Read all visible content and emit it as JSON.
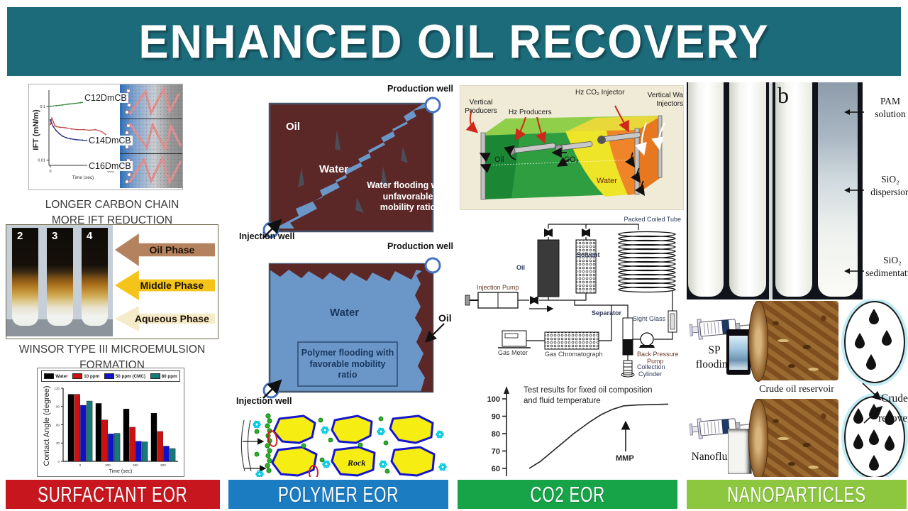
{
  "header": {
    "title": "ENHANCED OIL RECOVERY",
    "bg": "#1C6B7B"
  },
  "footer": [
    {
      "label": "SURFACTANT EOR",
      "color": "#C8161E"
    },
    {
      "label": "POLYMER EOR",
      "color": "#1B7CC2"
    },
    {
      "label": "CO2 EOR",
      "color": "#17A348"
    },
    {
      "label": "NANOPARTICLES",
      "color": "#8DC63F"
    }
  ],
  "surfactant": {
    "captions": {
      "ift1": "LONGER CARBON CHAIN",
      "ift2": "MORE IFT REDUCTION",
      "winsor1": "WINSOR TYPE III MICROEMULSION",
      "winsor2": "FORMATION"
    },
    "winsor": {
      "tubes": [
        "2",
        "3",
        "4"
      ],
      "arrows": [
        {
          "label": "Oil Phase",
          "color": "#B5825F"
        },
        {
          "label": "Middle Phase",
          "color": "#F5C41B"
        },
        {
          "label": "Aqueous Phase",
          "color": "#F6EBC9"
        }
      ]
    }
  },
  "polymer": {
    "top": {
      "production": "Production well",
      "injection": "Injection well",
      "oil": "Oil",
      "water": "Water",
      "note": "Water flooding with unfavorable mobility ratio"
    },
    "bottom": {
      "production": "Production well",
      "injection": "Injection well",
      "oil": "Oil",
      "water": "Water",
      "note": "Polymer flooding with favorable mobility ratio"
    },
    "rock": "Rock"
  },
  "co2": {
    "reservoir": {
      "vertical_producers": [
        "Vertical",
        "Producers"
      ],
      "hz_producers": "Hz Producers",
      "injector": "Hz CO₂ Injector",
      "vertical_injectors": [
        "Vertical Wa",
        "Injectors"
      ],
      "oil": "Oil",
      "co2": "CO₂",
      "water": "Water"
    },
    "apparatus": {
      "injection_pump": "Injection Pump",
      "oil": "Oil",
      "solvent": "Solvent",
      "packed_coiled_tube": "Packed Coiled Tube",
      "sight_glass": "Sight Glass",
      "separator": "Separator",
      "back_pressure": [
        "Back Pressure",
        "Pump"
      ],
      "collection": [
        "Collection",
        "Cylinder"
      ],
      "gas_chromatograph": "Gas Chromatograph",
      "gas_meter": "Gas Meter"
    }
  },
  "nano": {
    "panel_letter": "b",
    "annotations": [
      {
        "lines": [
          "PAM",
          "solution"
        ]
      },
      {
        "lines": [
          "SiO₂",
          "dispersion"
        ]
      },
      {
        "lines": [
          "SiO₂",
          "sedimentation"
        ]
      }
    ],
    "sp_flooding": [
      "SP",
      "flooding"
    ],
    "nanofluid": "Nanofluid",
    "reservoir_caption": "Crude oil reservoir",
    "recovery": [
      "Crude Oil",
      "recovery"
    ]
  },
  "chart_data": [
    {
      "id": "ift",
      "type": "line",
      "ylabel": "IFT (mN/m)",
      "xlabel": "Time (sec)",
      "yscale": "log",
      "ylim": [
        0.008,
        0.2
      ],
      "yticks": [
        "0.1",
        "0.01"
      ],
      "xticks": [
        "0",
        "600"
      ],
      "series": [
        {
          "name": "C12DmCB",
          "color": "#3b8a3e",
          "x": [
            0,
            60,
            120,
            180,
            240,
            300,
            360,
            420,
            480,
            540,
            600
          ],
          "y": [
            0.1,
            0.103,
            0.106,
            0.11,
            0.113,
            0.117,
            0.121,
            0.125,
            0.129,
            0.133,
            0.138
          ]
        },
        {
          "name": "C14DmCB",
          "color": "#c0504d",
          "x": [
            0,
            15,
            30,
            45,
            60,
            90,
            150,
            210,
            270,
            330,
            390,
            450,
            510,
            550
          ],
          "y": [
            0.046,
            0.06,
            0.052,
            0.044,
            0.042,
            0.041,
            0.04,
            0.038,
            0.037,
            0.037,
            0.036,
            0.037,
            0.034,
            0.03
          ]
        },
        {
          "name": "C16DmCB",
          "color": "#262d7c",
          "x": [
            0,
            15,
            30,
            60,
            90,
            120,
            160,
            200,
            260,
            320,
            380,
            440,
            500,
            540
          ],
          "y": [
            0.056,
            0.048,
            0.042,
            0.035,
            0.031,
            0.028,
            0.026,
            0.025,
            0.024,
            0.0235,
            0.023,
            0.022,
            0.021,
            0.02
          ]
        }
      ]
    },
    {
      "id": "contact_angle",
      "type": "bar",
      "ylabel": "Contact Angle (degree)",
      "xlabel": "Time (sec)",
      "ylim": [
        0,
        120
      ],
      "yticks": [
        0,
        30,
        60,
        90,
        120
      ],
      "categories": [
        "0",
        "300",
        "600",
        "900"
      ],
      "series": [
        {
          "name": "Water",
          "color": "#000000",
          "values": [
            110,
            95,
            86,
            79
          ]
        },
        {
          "name": "10 ppm",
          "color": "#cc1111",
          "values": [
            110,
            68,
            56,
            49
          ]
        },
        {
          "name": "50 ppm (CMC)",
          "color": "#1111cc",
          "values": [
            92,
            45,
            33,
            25
          ]
        },
        {
          "name": "80 ppm",
          "color": "#177a7a",
          "values": [
            99,
            46,
            32,
            21
          ]
        }
      ]
    },
    {
      "id": "mmp",
      "type": "line",
      "annotation": [
        "Test results for fixed oil composition",
        "and fluid temperature"
      ],
      "label": "MMP",
      "yticks": [
        100,
        90,
        80,
        70,
        60
      ],
      "ylim": [
        60,
        100
      ],
      "x": [
        0,
        0.08,
        0.2,
        0.32,
        0.44,
        0.52,
        0.6,
        0.68,
        0.78,
        1.0
      ],
      "y": [
        60,
        64,
        72,
        80,
        87,
        91,
        94,
        96,
        96.5,
        97
      ]
    }
  ]
}
